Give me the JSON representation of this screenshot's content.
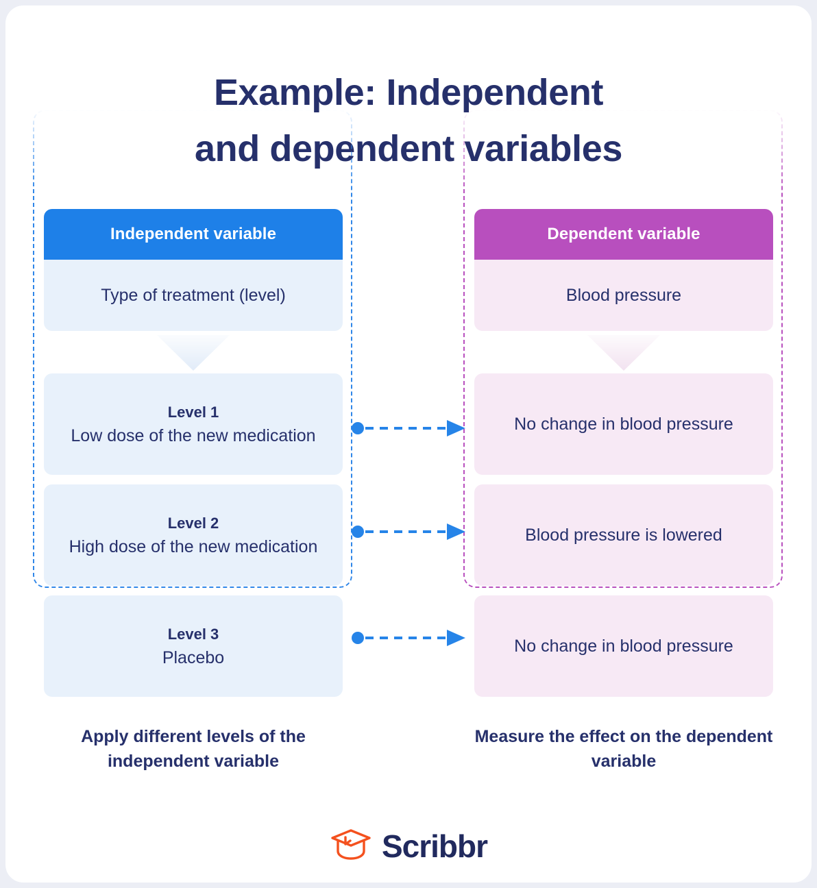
{
  "page": {
    "title_line1": "Example: Independent",
    "title_line2": "and dependent variables",
    "background_color": "#eceef5",
    "card_color": "#ffffff",
    "text_color": "#26306b"
  },
  "columns": {
    "independent": {
      "header_label": "Independent variable",
      "header_color": "#1e80e8",
      "body_color": "#e8f1fb",
      "variable_name": "Type of treatment (level)",
      "border_color": "#2f86e8",
      "levels": [
        {
          "level_label": "Level 1",
          "description": "Low dose of the new medication"
        },
        {
          "level_label": "Level 2",
          "description": "High dose of the new medication"
        },
        {
          "level_label": "Level 3",
          "description": "Placebo"
        }
      ],
      "caption": "Apply different levels of the independent variable"
    },
    "dependent": {
      "header_label": "Dependent variable",
      "header_color": "#b84fbe",
      "body_color": "#f7e9f5",
      "variable_name": "Blood pressure",
      "border_color": "#b84fbe",
      "results": [
        {
          "description": "No change in blood pressure"
        },
        {
          "description": "Blood pressure is lowered"
        },
        {
          "description": "No change in blood pressure"
        }
      ],
      "caption": "Measure the effect on the dependent variable"
    }
  },
  "connectors": {
    "color": "#2684e8",
    "style": "dashed-arrow",
    "count": 3
  },
  "logo": {
    "wordmark": "Scribbr",
    "icon_color": "#f4511e",
    "wordmark_color": "#212a5e"
  }
}
